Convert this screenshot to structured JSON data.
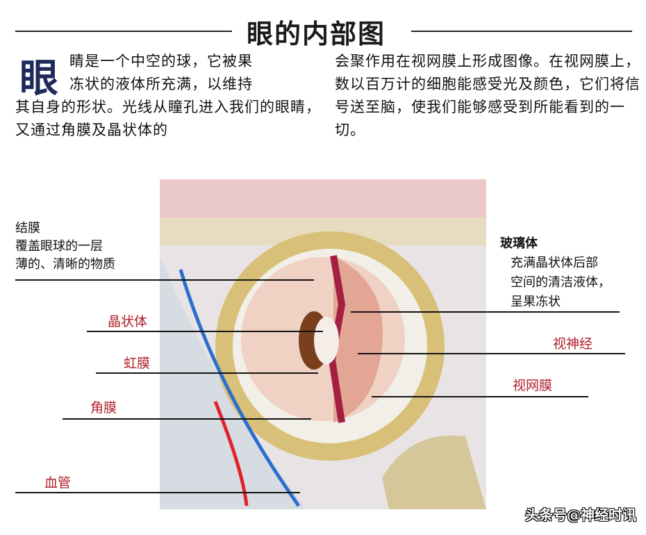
{
  "title": "眼的内部图",
  "intro": {
    "initial": "眼",
    "col1_first": "睛是一个中空的球，它被果",
    "col1_first2": "冻状的液体所充满，以维持",
    "col1_rest": "其自身的形状。光线从瞳孔进入我们的眼睛，又通过角膜及晶状体的",
    "col2": "会聚作用在视网膜上形成图像。在视网膜上，数以百万计的细胞能感受光及颜色，它们将信号送至脑，使我们能够感受到所能看到的一切。"
  },
  "labels": {
    "conjunctiva": {
      "name": "结膜",
      "desc1": "覆盖眼球的一层",
      "desc2": "薄的、清晰的物质"
    },
    "vitreous": {
      "name": "玻璃体",
      "desc1": "充满晶状体后部",
      "desc2": "空间的清洁液体，",
      "desc3": "呈果冻状"
    },
    "lens": "晶状体",
    "iris": "虹膜",
    "cornea": "角膜",
    "vessel": "血管",
    "optic_nerve": "视神经",
    "retina": "视网膜"
  },
  "watermark": "头条号@神经时讯"
}
